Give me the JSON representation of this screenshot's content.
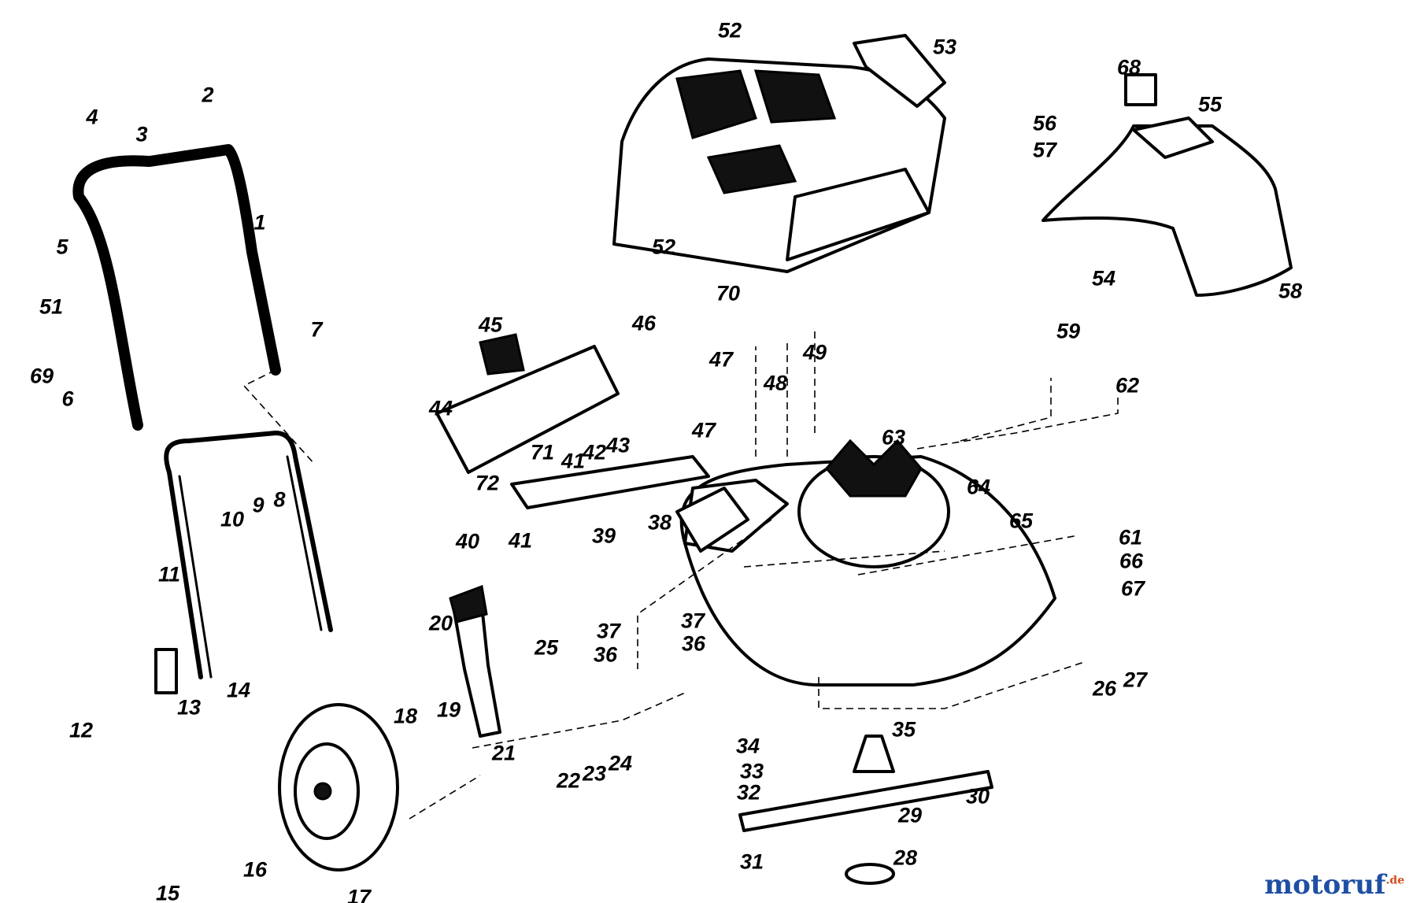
{
  "callouts": [
    "1",
    "2",
    "3",
    "4",
    "5",
    "6",
    "7",
    "8",
    "9",
    "10",
    "11",
    "12",
    "13",
    "14",
    "15",
    "16",
    "17",
    "18",
    "19",
    "20",
    "21",
    "22",
    "23",
    "24",
    "25",
    "26",
    "27",
    "28",
    "29",
    "30",
    "31",
    "32",
    "33",
    "34",
    "35",
    "36",
    "37",
    "38",
    "39",
    "40",
    "41",
    "42",
    "43",
    "44",
    "45",
    "46",
    "47",
    "48",
    "49",
    "51",
    "52",
    "53",
    "54",
    "55",
    "56",
    "57",
    "58",
    "59",
    "61",
    "62",
    "63",
    "64",
    "65",
    "66",
    "67",
    "68",
    "69",
    "70",
    "71",
    "72"
  ],
  "watermark": {
    "brand": "motoruf",
    "tld": ".de"
  },
  "colors": {
    "line": "#000000",
    "background": "#ffffff",
    "brand": "#1f4fa3",
    "tld": "#d24a1c"
  }
}
